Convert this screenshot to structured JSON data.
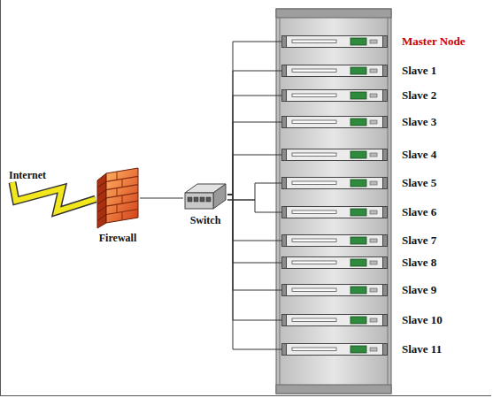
{
  "diagram": {
    "nodes": [
      {
        "text": [
          "Internet"
        ]
      },
      {
        "text": [
          "Firewall"
        ]
      },
      {
        "text": [
          "Switch"
        ]
      },
      {
        "text": [
          "Master Node"
        ]
      },
      {
        "text": [
          "Slave 1"
        ]
      },
      {
        "text": [
          "Slave 2"
        ]
      },
      {
        "text": [
          "Slave 3"
        ]
      },
      {
        "text": [
          "Slave 4"
        ]
      },
      {
        "text": [
          "Slave 5"
        ]
      },
      {
        "text": [
          "Slave 6"
        ]
      },
      {
        "text": [
          "Slave 7"
        ]
      },
      {
        "text": [
          "Slave 8"
        ]
      },
      {
        "text": [
          "Slave 9"
        ]
      },
      {
        "text": [
          "Slave 10"
        ]
      },
      {
        "text": [
          "Slave 11"
        ]
      }
    ],
    "edges": [
      {
        "from": 0,
        "to": 1,
        "arrow": "none"
      },
      {
        "from": 1,
        "to": 2,
        "arrow": "none"
      },
      {
        "from": 2,
        "to": 3,
        "arrow": "none"
      },
      {
        "from": 2,
        "to": 4,
        "arrow": "none"
      },
      {
        "from": 2,
        "to": 5,
        "arrow": "none"
      },
      {
        "from": 2,
        "to": 6,
        "arrow": "none"
      },
      {
        "from": 2,
        "to": 7,
        "arrow": "none"
      },
      {
        "from": 2,
        "to": 8,
        "arrow": "none"
      },
      {
        "from": 2,
        "to": 9,
        "arrow": "none"
      },
      {
        "from": 2,
        "to": 10,
        "arrow": "none"
      },
      {
        "from": 2,
        "to": 11,
        "arrow": "none"
      },
      {
        "from": 2,
        "to": 12,
        "arrow": "none"
      },
      {
        "from": 2,
        "to": 13,
        "arrow": "none"
      },
      {
        "from": 2,
        "to": 14,
        "arrow": "none"
      }
    ]
  }
}
